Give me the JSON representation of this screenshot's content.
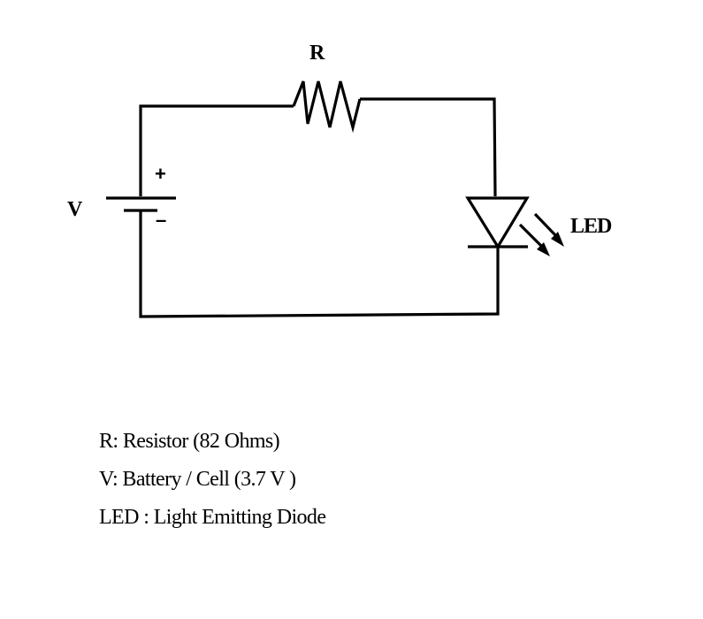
{
  "diagram": {
    "type": "circuit-schematic",
    "components": {
      "resistor": {
        "label": "R"
      },
      "battery": {
        "label": "V",
        "positive_sign": "+",
        "negative_sign": "–"
      },
      "led": {
        "label": "LED"
      }
    }
  },
  "legend": {
    "items": [
      {
        "text": "R: Resistor (82 Ohms)"
      },
      {
        "text": "V: Battery / Cell (3.7 V )"
      },
      {
        "text": "LED : Light Emitting Diode"
      }
    ]
  },
  "colors": {
    "stroke": "#000000",
    "background": "#ffffff"
  }
}
